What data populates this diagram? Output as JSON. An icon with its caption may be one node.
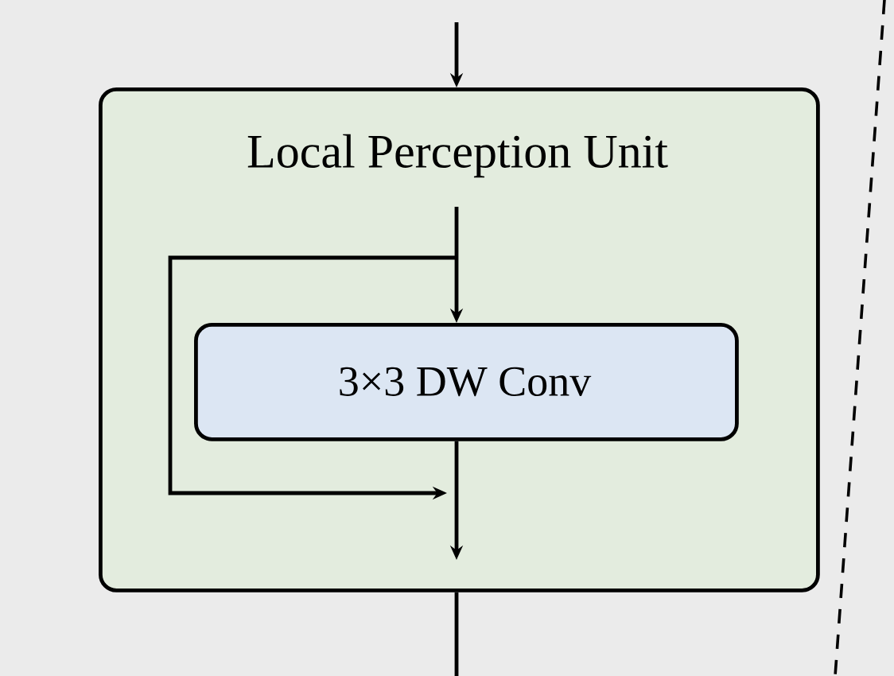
{
  "diagram": {
    "nodes": [
      {
        "text": [
          "Local Perception Unit"
        ]
      },
      {
        "text": [
          "3×3 DW Conv"
        ],
        "in": 0
      }
    ],
    "edges": [
      {
        "from": null,
        "to": 0,
        "arrow": "to"
      },
      {
        "from": null,
        "to": 1,
        "arrow": "to"
      },
      {
        "from": 1,
        "to": null,
        "arrow": "to"
      },
      {
        "from": 0,
        "to": null,
        "arrow": "none"
      }
    ]
  }
}
